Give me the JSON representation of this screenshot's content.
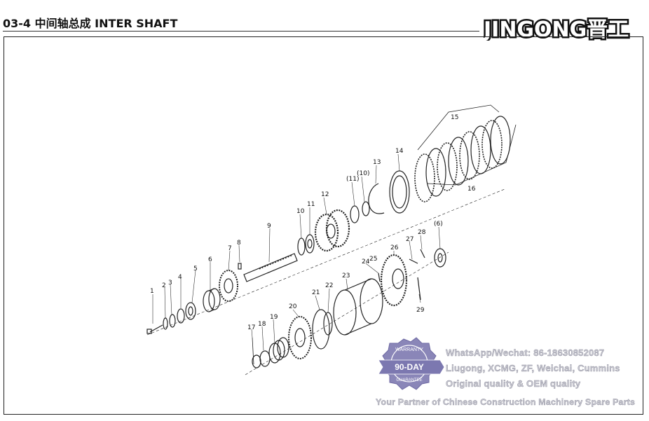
{
  "header": {
    "title": "03-4  中间轴总成  INTER SHAFT"
  },
  "logo": {
    "text": "JINGONG晋工"
  },
  "parts": {
    "labels": [
      "1",
      "2",
      "3",
      "4",
      "5",
      "6",
      "7",
      "8",
      "9",
      "10",
      "11",
      "12",
      "(11)",
      "(10)",
      "13",
      "14",
      "15",
      "16",
      "17",
      "18",
      "19",
      "20",
      "21",
      "22",
      "23",
      "24",
      "25",
      "26",
      "27",
      "28",
      "(6)",
      "29"
    ]
  },
  "badge": {
    "top_text": "WARRANTY",
    "center_text": "90-DAY",
    "bottom_text": "GUARANTEE"
  },
  "watermark": {
    "line1": "WhatsApp/Wechat: 86-18630852087",
    "line2": "Liugong, XCMG, ZF, Weichai, Cummins",
    "line3": "Original quality & OEM quality",
    "line4": "Your Partner of Chinese Construction Machinery Spare Parts"
  },
  "colors": {
    "line": "#222222",
    "badge": "#8a86b8",
    "watermark": "#c9c9d2"
  }
}
